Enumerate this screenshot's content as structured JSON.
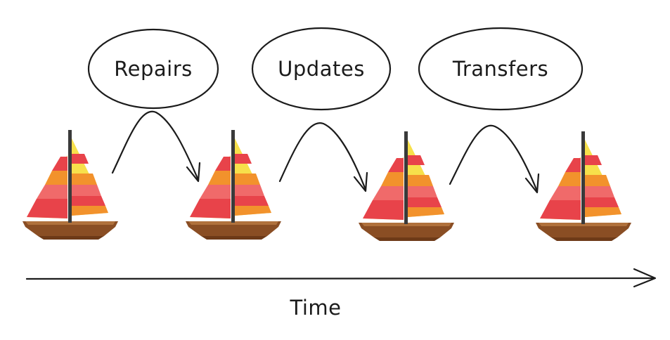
{
  "diagram": {
    "steps": [
      {
        "label": "Repairs"
      },
      {
        "label": "Updates"
      },
      {
        "label": "Transfers"
      }
    ],
    "axis_label": "Time",
    "boat_icon": "sailboat-icon",
    "boat_count": 4,
    "colors": {
      "ink": "#1b1b1b",
      "hull": "#8a4e24",
      "hull_light": "#b0713c",
      "mast": "#3a3a3a",
      "sail_yellow": "#f7e04b",
      "sail_orange": "#f2922c",
      "sail_red": "#e8434a",
      "sail_pink": "#f06a6a"
    }
  }
}
